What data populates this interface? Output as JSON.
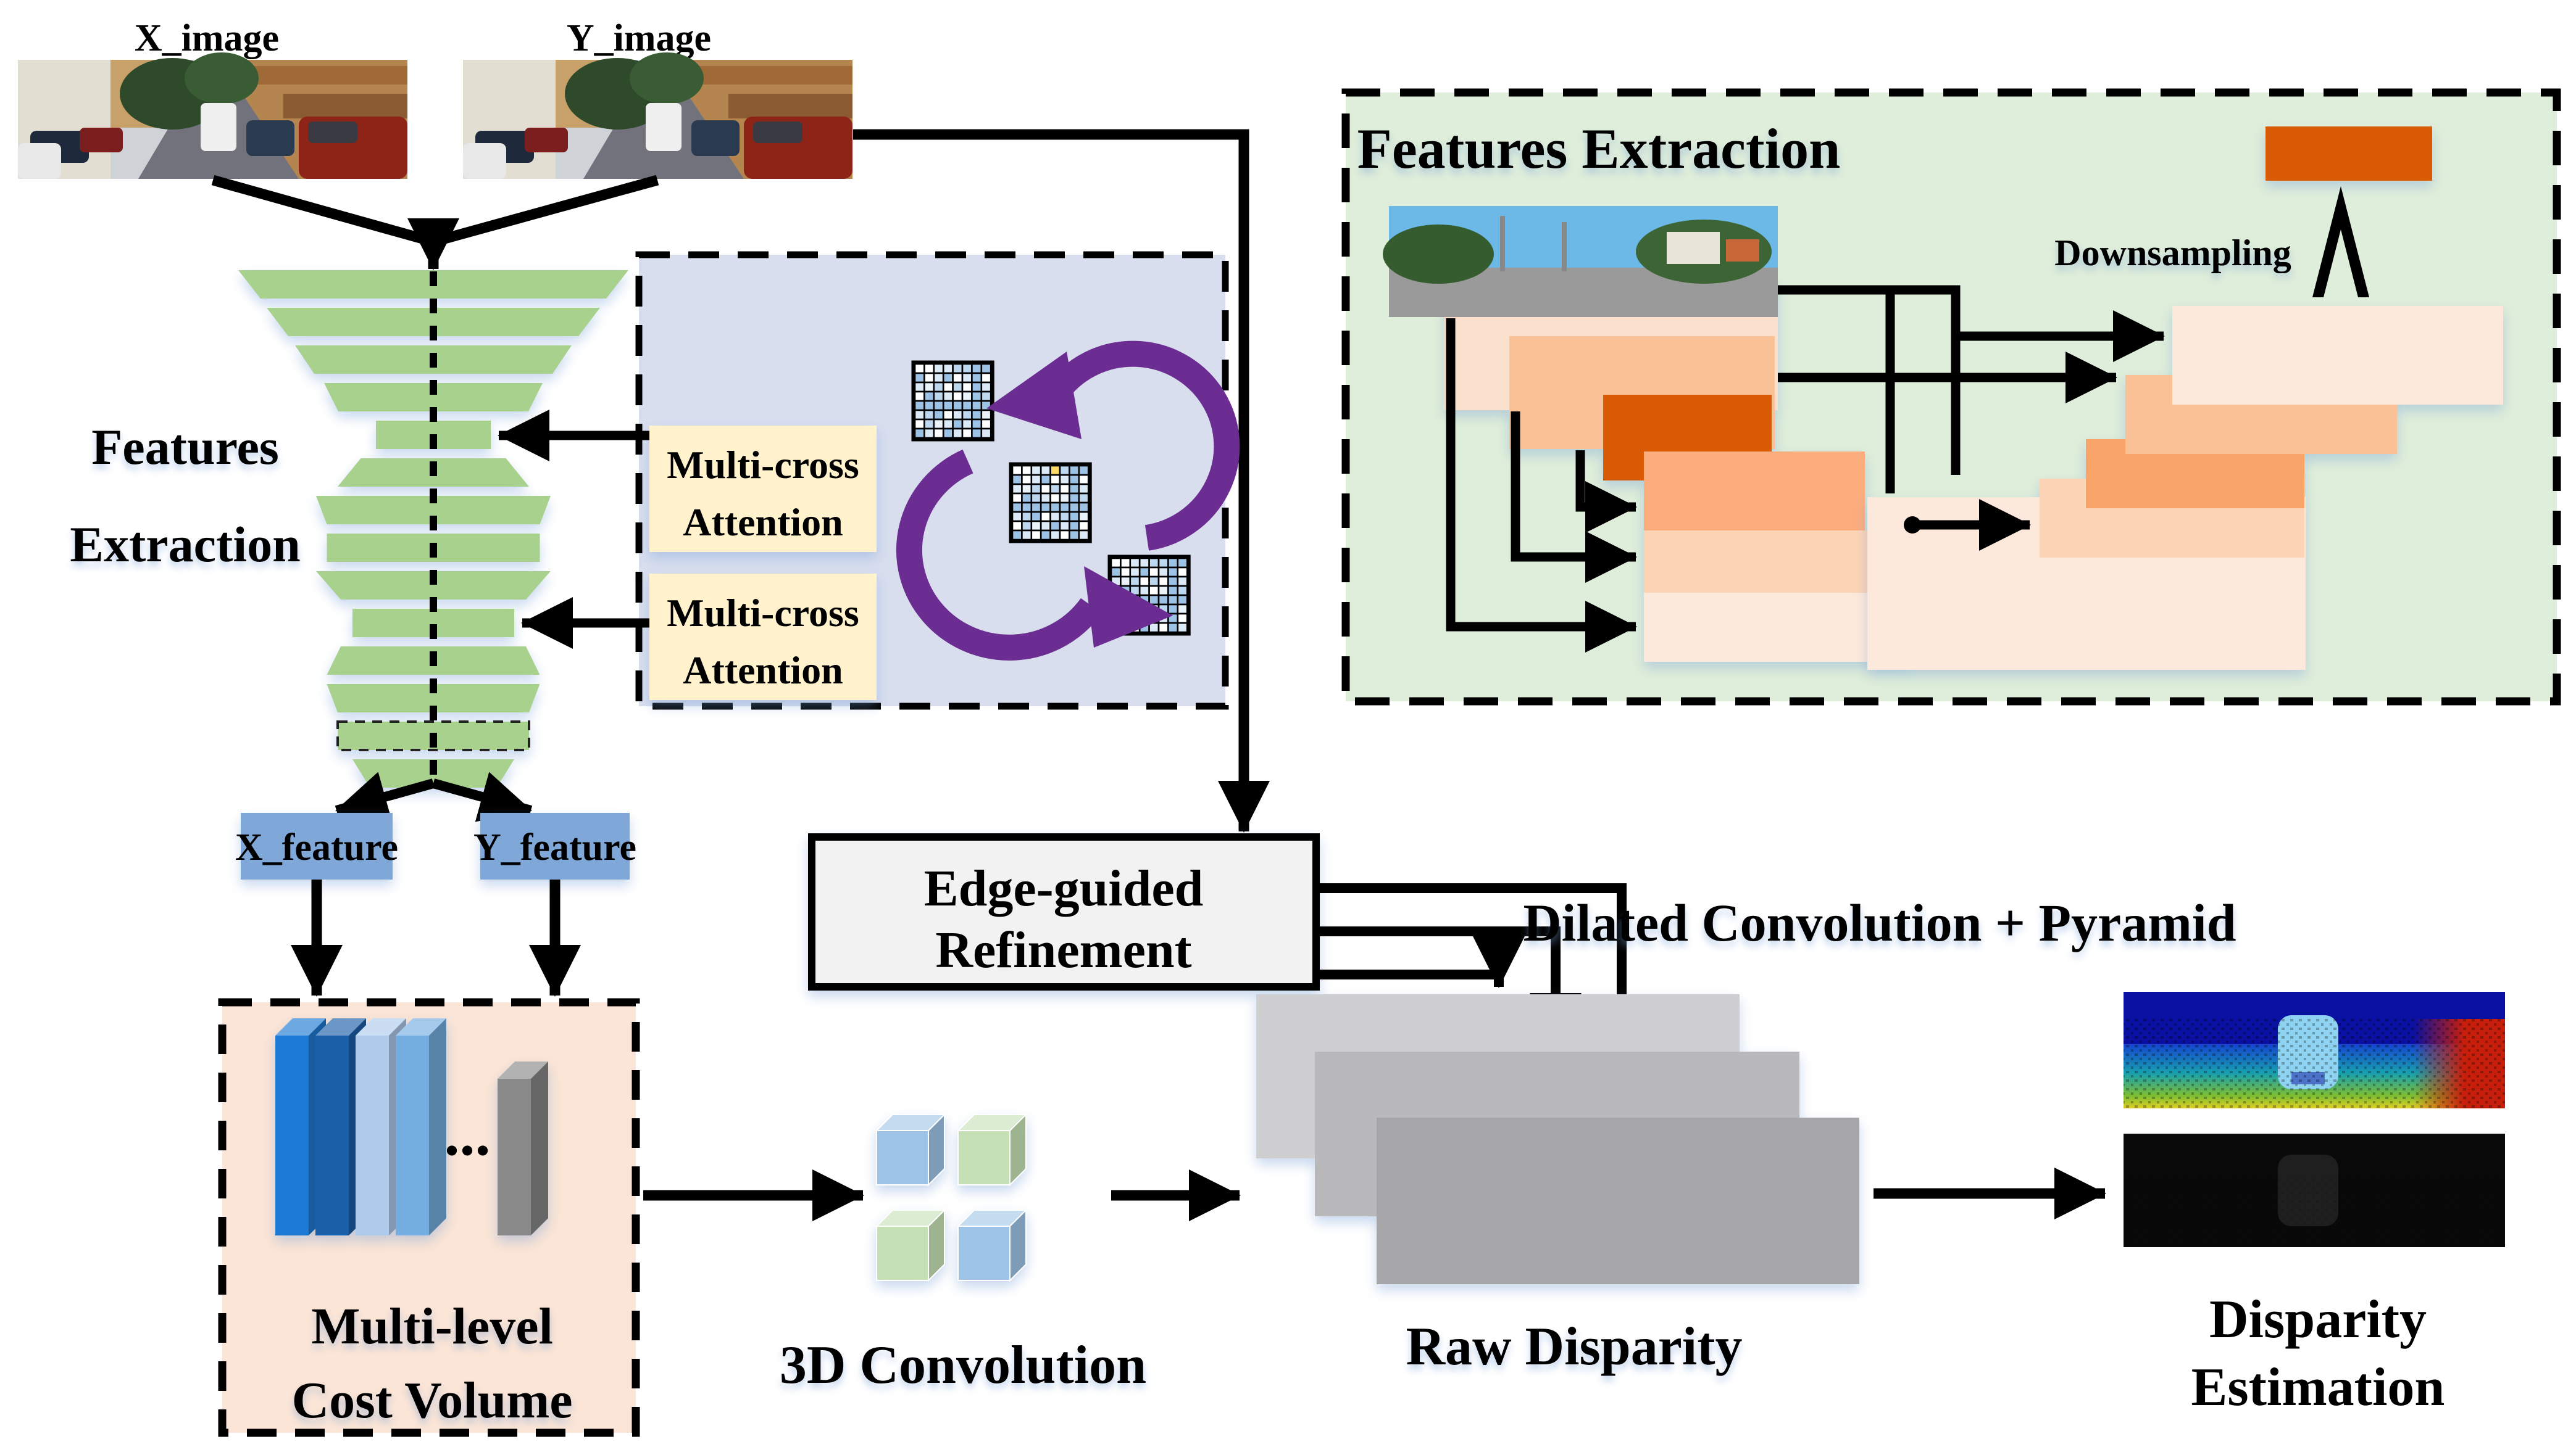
{
  "figure": {
    "description": "Stereo disparity estimation network architecture diagram"
  },
  "inputs": {
    "x_image_label": "X_image",
    "y_image_label": "Y_image"
  },
  "feature_extraction_left": {
    "line1": "Features",
    "line2": "Extraction"
  },
  "attention_module": {
    "box1": {
      "line1": "Multi-cross",
      "line2": "Attention"
    },
    "box2": {
      "line1": "Multi-cross",
      "line2": "Attention"
    }
  },
  "feature_tags": {
    "x_feature_label": "X_feature",
    "y_feature_label": "Y_feature"
  },
  "cost_volume": {
    "line1": "Multi-level",
    "line2": "Cost Volume",
    "ellipsis": "..."
  },
  "conv3d": {
    "label": "3D Convolution"
  },
  "edge_refinement": {
    "line1": "Edge-guided",
    "line2": "Refinement"
  },
  "raw_disparity": {
    "label": "Raw Disparity"
  },
  "dilated": {
    "label": "Dilated Convolution + Pyramid"
  },
  "feature_extraction_right": {
    "title": "Features Extraction",
    "downsampling_label": "Downsampling"
  },
  "disparity_estimation": {
    "line1": "Disparity",
    "line2": "Estimation"
  },
  "colors": {
    "green_bar": "#A9D18E",
    "panel_attention": "#D8DEEE",
    "panel_features": "#DFEEDA",
    "panel_cost": "#FBE5D6",
    "attention_box": "#FFF2CC",
    "feature_tag": "#7FA8D9",
    "orange_block": "#D95B06",
    "purple_cycle": "#6B2D91",
    "edge_box": "#F2F2F2",
    "peach_l1": "#FCE0CE",
    "peach_l2": "#FAC096",
    "peach_mid": "#FBAD7D",
    "peach_light": "#FCD4B5",
    "peach_lightest": "#FDE9DB",
    "peach_dark": "#F9A468",
    "gray_r1": "#CFCFD2",
    "gray_r2": "#B9B9BC",
    "gray_r3": "#A6A6A9",
    "slab_blue1": "#1D7AD4",
    "slab_blue2": "#1A5FA8",
    "slab_blue3": "#AECBEB",
    "slab_blue4": "#74AEE0",
    "slab_gray": "#898989",
    "cube_blue": "#9DC3E6",
    "cube_green": "#C5E0B4"
  }
}
